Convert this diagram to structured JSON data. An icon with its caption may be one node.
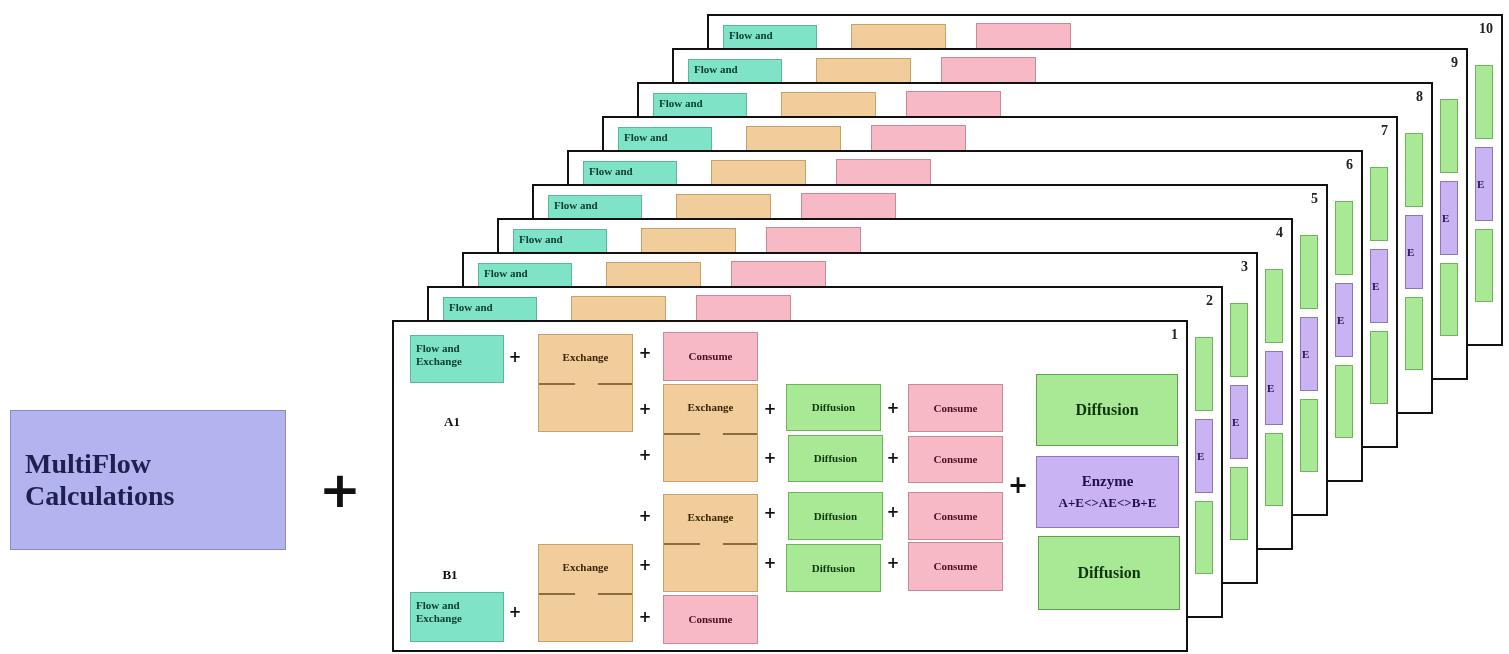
{
  "diagram": {
    "nodes": [
      {
        "text": [
          "MultiFlow Calculations"
        ]
      },
      {
        "text": [
          "10"
        ]
      },
      {
        "text": [
          "Flow and"
        ],
        "in": 1
      },
      {
        "text": [],
        "shape": "box",
        "in": 1
      },
      {
        "text": [],
        "shape": "box",
        "in": 1
      },
      {
        "text": [],
        "shape": "box"
      },
      {
        "text": [
          "E"
        ]
      },
      {
        "text": [],
        "shape": "box"
      },
      {
        "text": [
          "9"
        ]
      },
      {
        "text": [
          "Flow and"
        ],
        "in": 8
      },
      {
        "text": [],
        "shape": "box",
        "in": 8
      },
      {
        "text": [],
        "shape": "box",
        "in": 8
      },
      {
        "text": [],
        "shape": "box"
      },
      {
        "text": [
          "E"
        ]
      },
      {
        "text": [],
        "shape": "box"
      },
      {
        "text": [
          "8"
        ]
      },
      {
        "text": [
          "Flow and"
        ],
        "in": 15
      },
      {
        "text": [],
        "shape": "box",
        "in": 15
      },
      {
        "text": [],
        "shape": "box",
        "in": 15
      },
      {
        "text": [],
        "shape": "box"
      },
      {
        "text": [
          "E"
        ]
      },
      {
        "text": [],
        "shape": "box"
      },
      {
        "text": [
          "7"
        ]
      },
      {
        "text": [
          "Flow and"
        ],
        "in": 22
      },
      {
        "text": [],
        "shape": "box",
        "in": 22
      },
      {
        "text": [],
        "shape": "box",
        "in": 22
      },
      {
        "text": [],
        "shape": "box"
      },
      {
        "text": [
          "E"
        ]
      },
      {
        "text": [],
        "shape": "box"
      },
      {
        "text": [
          "6"
        ]
      },
      {
        "text": [
          "Flow and"
        ],
        "in": 29
      },
      {
        "text": [],
        "shape": "box",
        "in": 29
      },
      {
        "text": [],
        "shape": "box",
        "in": 29
      },
      {
        "text": [],
        "shape": "box"
      },
      {
        "text": [
          "E"
        ]
      },
      {
        "text": [],
        "shape": "box"
      },
      {
        "text": [
          "5"
        ]
      },
      {
        "text": [
          "Flow and"
        ],
        "in": 36
      },
      {
        "text": [],
        "shape": "box",
        "in": 36
      },
      {
        "text": [],
        "shape": "box",
        "in": 36
      },
      {
        "text": [],
        "shape": "box"
      },
      {
        "text": [
          "E"
        ]
      },
      {
        "text": [],
        "shape": "box"
      },
      {
        "text": [
          "4"
        ]
      },
      {
        "text": [
          "Flow and"
        ],
        "in": 43
      },
      {
        "text": [],
        "shape": "box",
        "in": 43
      },
      {
        "text": [],
        "shape": "box",
        "in": 43
      },
      {
        "text": [],
        "shape": "box"
      },
      {
        "text": [
          "E"
        ]
      },
      {
        "text": [],
        "shape": "box"
      },
      {
        "text": [
          "3"
        ]
      },
      {
        "text": [
          "Flow and"
        ],
        "in": 50
      },
      {
        "text": [],
        "shape": "box",
        "in": 50
      },
      {
        "text": [],
        "shape": "box",
        "in": 50
      },
      {
        "text": [],
        "shape": "box"
      },
      {
        "text": [
          "E"
        ]
      },
      {
        "text": [],
        "shape": "box"
      },
      {
        "text": [
          "2"
        ]
      },
      {
        "text": [
          "Flow and"
        ],
        "in": 57
      },
      {
        "text": [],
        "shape": "box",
        "in": 57
      },
      {
        "text": [],
        "shape": "box",
        "in": 57
      },
      {
        "text": [],
        "shape": "box"
      },
      {
        "text": [
          "E"
        ]
      },
      {
        "text": [],
        "shape": "box"
      },
      {
        "text": [
          "1"
        ]
      },
      {
        "text": [
          "Flow and Exchange"
        ],
        "in": 64
      },
      {
        "text": [
          "Exchange"
        ],
        "in": 64
      },
      {
        "text": [
          "Consume"
        ],
        "in": 64
      },
      {
        "text": [
          "Exchange"
        ],
        "in": 64
      },
      {
        "text": [
          "Diffusion"
        ],
        "in": 64
      },
      {
        "text": [
          "Consume"
        ],
        "in": 64
      },
      {
        "text": [
          "Diffusion"
        ],
        "in": 64
      },
      {
        "text": [
          "Diffusion"
        ],
        "in": 64
      },
      {
        "text": [
          "Consume"
        ],
        "in": 64
      },
      {
        "text": [
          "Enzyme",
          "A+E<>AE<>B+E"
        ],
        "in": 64
      },
      {
        "text": [
          "Exchange"
        ],
        "in": 64
      },
      {
        "text": [
          "Diffusion"
        ],
        "in": 64
      },
      {
        "text": [
          "Consume"
        ],
        "in": 64
      },
      {
        "text": [
          "Diffusion"
        ],
        "in": 64
      },
      {
        "text": [
          "Consume"
        ],
        "in": 64
      },
      {
        "text": [
          "Diffusion"
        ],
        "in": 64
      },
      {
        "text": [
          "Exchange"
        ],
        "in": 64
      },
      {
        "text": [
          "Flow and Exchange"
        ],
        "in": 64
      },
      {
        "text": [
          "Consume"
        ],
        "in": 64
      }
    ],
    "labels": [
      "+",
      "+",
      "+",
      "A1",
      "+",
      "+",
      "+",
      "+",
      "+",
      "+",
      "+",
      "+",
      "+",
      "+",
      "+",
      "+",
      "+",
      "B1",
      "+",
      "+"
    ]
  }
}
